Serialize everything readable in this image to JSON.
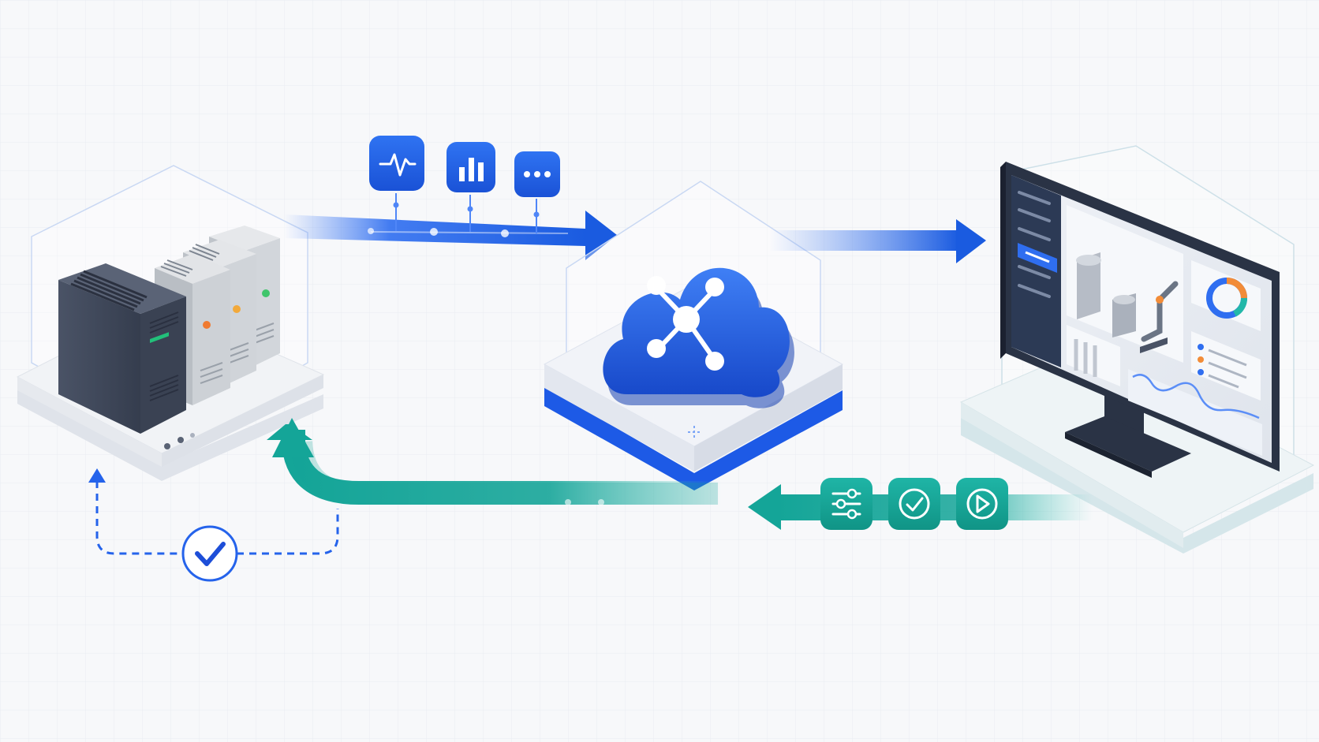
{
  "colors": {
    "background": "#f7f8fa",
    "grid": "#e9ecf1",
    "primary_blue": "#1a5be0",
    "blue_light": "#4f86f7",
    "teal": "#14a598",
    "teal_light": "#3cc3b6",
    "server_dark": "#3e4658",
    "server_light": "#c9cdd3",
    "monitor_frame": "#2a3345"
  },
  "nodes": [
    {
      "id": "server-rack",
      "icon": "server-rack-icon"
    },
    {
      "id": "cloud-hub",
      "icon": "cloud-network-icon"
    },
    {
      "id": "dashboard-monitor",
      "icon": "monitor-dashboard-icon"
    }
  ],
  "flows": [
    {
      "from": "server-rack",
      "to": "cloud-hub",
      "color": "blue",
      "icons": [
        "pulse-icon",
        "bar-chart-icon",
        "more-dots-icon"
      ]
    },
    {
      "from": "cloud-hub",
      "to": "dashboard-monitor",
      "color": "blue",
      "icons": []
    },
    {
      "from": "dashboard-monitor",
      "to": "server-rack",
      "color": "teal",
      "icons": [
        "sliders-icon",
        "check-circle-icon",
        "play-circle-icon"
      ]
    },
    {
      "from": "verification",
      "to": "server-rack",
      "style": "dashed",
      "icons": [
        "check-badge-icon"
      ]
    }
  ]
}
